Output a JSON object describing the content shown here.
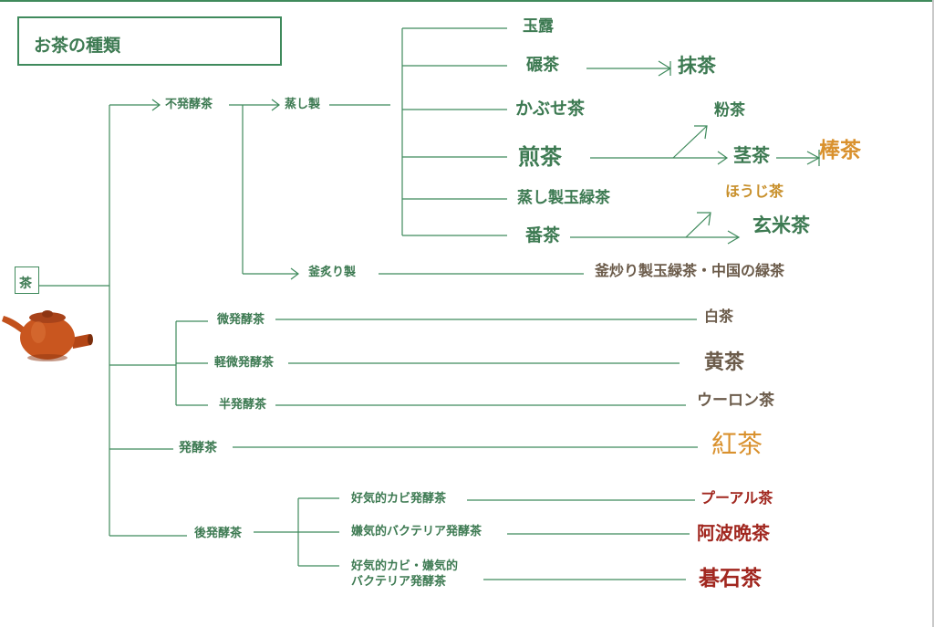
{
  "title": "お茶の種類",
  "root": "茶",
  "non_fermented": {
    "label": "不発酵茶",
    "steamed": {
      "label": "蒸し製",
      "items": [
        "玉露",
        "碾茶",
        "かぶせ茶",
        "煎茶",
        "蒸し製玉緑茶",
        "番茶"
      ],
      "derived": {
        "from_tencha": "抹茶",
        "from_sencha_powder": "粉茶",
        "from_sencha_stem": "茎茶",
        "from_stem": "棒茶",
        "roasted": "ほうじ茶",
        "from_bancha": "玄米茶"
      }
    },
    "pan_fired": {
      "label": "釜炙り製",
      "result": "釜炒り製玉緑茶・中国の緑茶"
    }
  },
  "semi": [
    {
      "label": "微発酵茶",
      "result": "白茶"
    },
    {
      "label": "軽微発酵茶",
      "result": "黄茶"
    },
    {
      "label": "半発酵茶",
      "result": "ウーロン茶"
    }
  ],
  "fermented": {
    "label": "発酵茶",
    "result": "紅茶"
  },
  "post_fermented": {
    "label": "後発酵茶",
    "items": [
      {
        "label": "好気的カビ発酵茶",
        "result": "プーアル茶"
      },
      {
        "label": "嫌気的バクテリア発酵茶",
        "result": "阿波晩茶"
      },
      {
        "label_line1": "好気的カビ・嫌気的",
        "label_line2": "バクテリア発酵茶",
        "result": "碁石茶"
      }
    ]
  },
  "colors": {
    "line": "#3f8a5c",
    "green_text": "#3d7a52",
    "brown_text": "#6b5b4a",
    "orange_text": "#d9912e",
    "gold_text": "#c8902c",
    "red_text": "#a1271f"
  }
}
